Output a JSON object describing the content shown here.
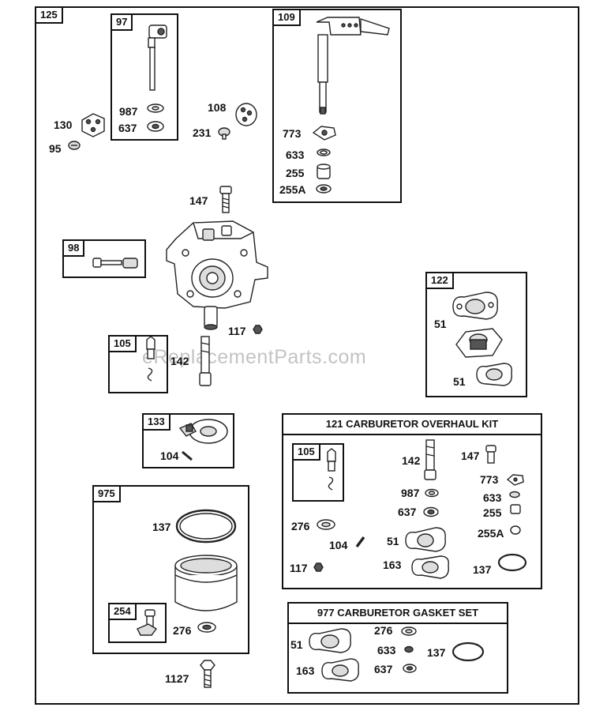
{
  "watermark": "eReplacementParts.com",
  "boxes": {
    "main": "125",
    "b97": "97",
    "b109": "109",
    "b98": "98",
    "b105": "105",
    "b122": "122",
    "b133": "133",
    "b975": "975",
    "b254": "254",
    "b105k": "105",
    "kit121": "121 CARBURETOR OVERHAUL KIT",
    "kit977": "977 CARBURETOR GASKET SET"
  },
  "labels": {
    "p130": "130",
    "p95": "95",
    "p987a": "987",
    "p637a": "637",
    "p108": "108",
    "p231": "231",
    "p773a": "773",
    "p633a": "633",
    "p255a": "255",
    "p255Aa": "255A",
    "p147a": "147",
    "p117a": "117",
    "p142a": "142",
    "p51a": "51",
    "p51b": "51",
    "p104a": "104",
    "p137a": "137",
    "p276a": "276",
    "p1127": "1127",
    "k142": "142",
    "k147": "147",
    "k773": "773",
    "k987": "987",
    "k633": "633",
    "k637": "637",
    "k255": "255",
    "k276": "276",
    "k255A": "255A",
    "k104": "104",
    "k51": "51",
    "k117": "117",
    "k163": "163",
    "k137": "137",
    "g51": "51",
    "g276": "276",
    "g633": "633",
    "g137": "137",
    "g163": "163",
    "g637": "637"
  }
}
